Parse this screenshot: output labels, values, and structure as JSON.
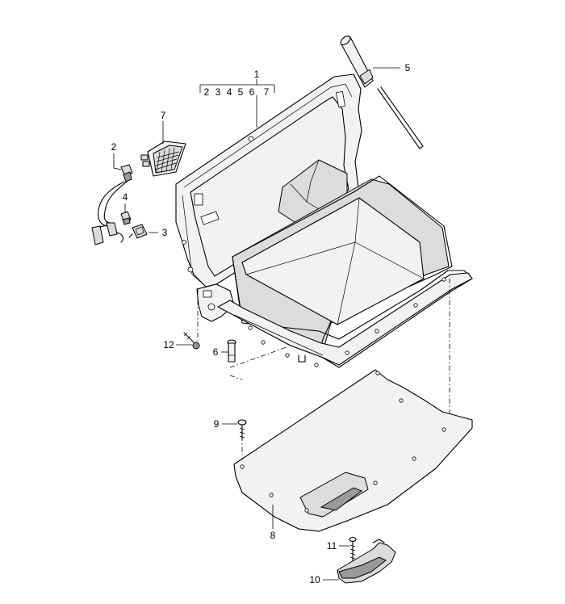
{
  "callouts": {
    "c1": "1",
    "c1_group": [
      "2",
      "3",
      "4",
      "5",
      "6",
      "7"
    ],
    "c2": "2",
    "c3": "3",
    "c4": "4",
    "c5": "5",
    "c6": "6",
    "c7": "7",
    "c8": "8",
    "c9": "9",
    "c10": "10",
    "c11": "11",
    "c12": "12"
  }
}
